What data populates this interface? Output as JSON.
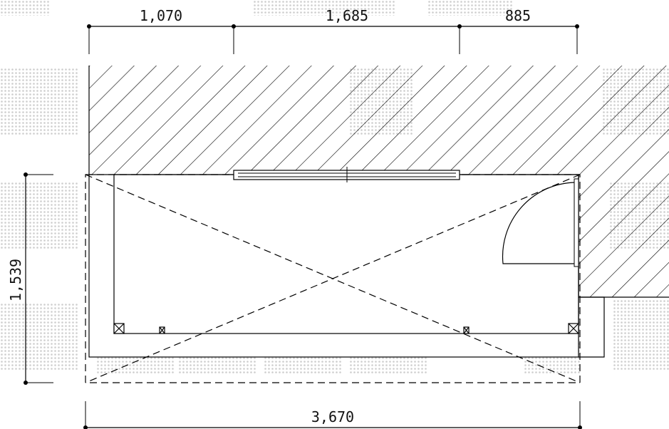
{
  "colors": {
    "line": "#000000",
    "watermark": "#c8c8c8",
    "background": "#ffffff"
  },
  "dimensions": {
    "top": [
      "1,070",
      "1,685",
      "885"
    ],
    "left": "1,539",
    "bottom": "3,670"
  }
}
